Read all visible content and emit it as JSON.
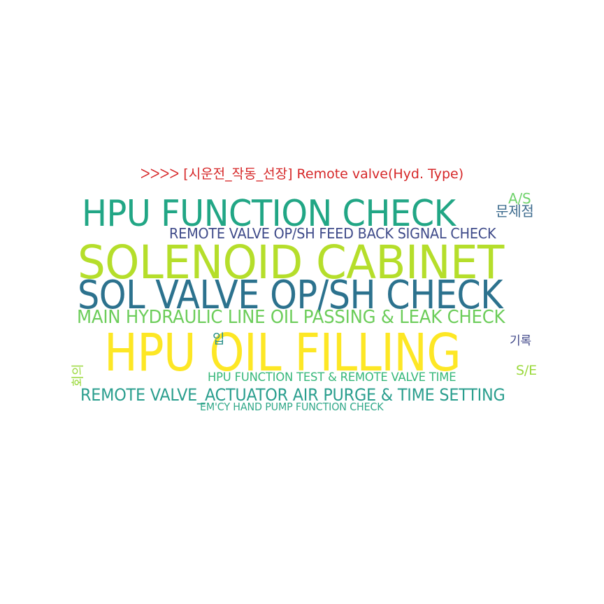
{
  "title": "ᐳᐳᐳᐳ [시운전_작동_선장] Remote valve(Hyd. Type)",
  "words": {
    "hpu_function_check": "HPU FUNCTION CHECK",
    "remote_valve_feedback": "REMOTE VALVE OP/SH FEED BACK SIGNAL CHECK",
    "solenoid_cabinet": "SOLENOID CABINET",
    "sol_valve_check": "SOL VALVE OP/SH CHECK",
    "main_hydraulic": "MAIN HYDRAULIC LINE OIL PASSING & LEAK CHECK",
    "hpu_oil_filling": "HPU OIL FILLING",
    "hpu_function_test": "HPU FUNCTION TEST & REMOTE VALVE TIME",
    "remote_valve_actuator": "REMOTE VALVE_ACTUATOR AIR PURGE & TIME SETTING",
    "emcy_hand_pump": "EM'CY HAND PUMP FUNCTION CHECK",
    "as": "A/S",
    "problem": "문제점",
    "record": "기록",
    "input": "입",
    "se": "S/E",
    "vertical": "회의"
  },
  "colors": {
    "title": "#d62728",
    "palette": [
      "#fde725",
      "#b5de2b",
      "#6ccd5a",
      "#35b779",
      "#21a685",
      "#2c728e",
      "#3e4a89"
    ]
  }
}
